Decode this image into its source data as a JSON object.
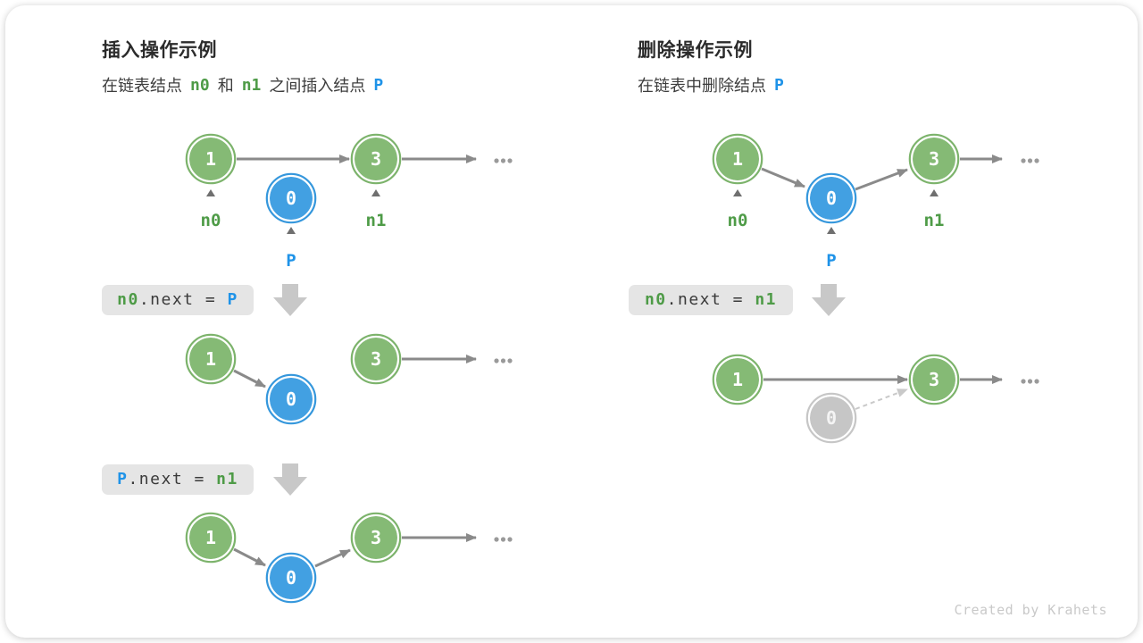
{
  "colors": {
    "green_node": "#85BA75",
    "green_ring": "#7CB36B",
    "blue_node": "#42A0E2",
    "blue_ring": "#3597DC",
    "gray_node": "#C6C6C6",
    "green_text": "#4E9B47",
    "blue_text": "#1F93E8",
    "arrow": "#8A8A8A",
    "arrow_faded": "#C9C9C9",
    "code_bg": "#E5E5E5",
    "block_arrow": "#C8C8C8"
  },
  "insert": {
    "title": "插入操作示例",
    "subtitle": {
      "part1": "在链表结点",
      "n0": "n0",
      "part2": "和",
      "n1": "n1",
      "part3": "之间插入结点",
      "p": "P"
    },
    "code1": {
      "lhs": "n0",
      "mid": ".next = ",
      "rhs": "P"
    },
    "code2": {
      "lhs": "P",
      "mid": ".next = ",
      "rhs": "n1"
    }
  },
  "delete": {
    "title": "删除操作示例",
    "subtitle": {
      "part1": "在链表中删除结点",
      "p": "P"
    },
    "code1": {
      "lhs": "n0",
      "mid": ".next = ",
      "rhs": "n1"
    }
  },
  "node_values": {
    "first": "1",
    "inserted": "0",
    "third": "3"
  },
  "pointer_labels": {
    "n0": "n0",
    "n1": "n1",
    "p": "P"
  },
  "credit": "Created by Krahets"
}
